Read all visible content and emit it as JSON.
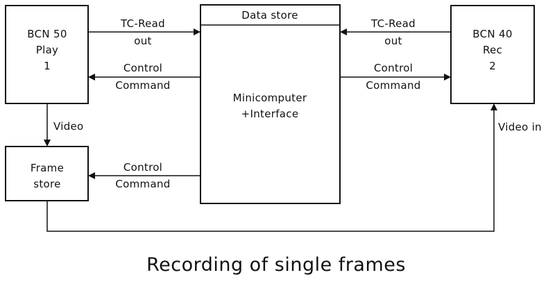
{
  "blocks": {
    "player": {
      "lines": [
        "BCN 50",
        "Play",
        "1"
      ]
    },
    "recorder": {
      "lines": [
        "BCN 40",
        "Rec",
        "2"
      ]
    },
    "framestore": {
      "lines": [
        "Frame",
        "store"
      ]
    },
    "computer": {
      "header": "Data store",
      "lines": [
        "Minicomputer",
        "+Interface"
      ]
    }
  },
  "links": {
    "tc_left": [
      "TC-Read",
      "out"
    ],
    "ctrl_left": [
      "Control",
      "Command"
    ],
    "tc_right": [
      "TC-Read",
      "out"
    ],
    "ctrl_right": [
      "Control",
      "Command"
    ],
    "ctrl_frame": [
      "Control",
      "Command"
    ],
    "video": "Video",
    "video_in": "Video in"
  },
  "caption": "Recording of single frames",
  "colors": {
    "ink": "#111111",
    "paper": "#ffffff"
  }
}
